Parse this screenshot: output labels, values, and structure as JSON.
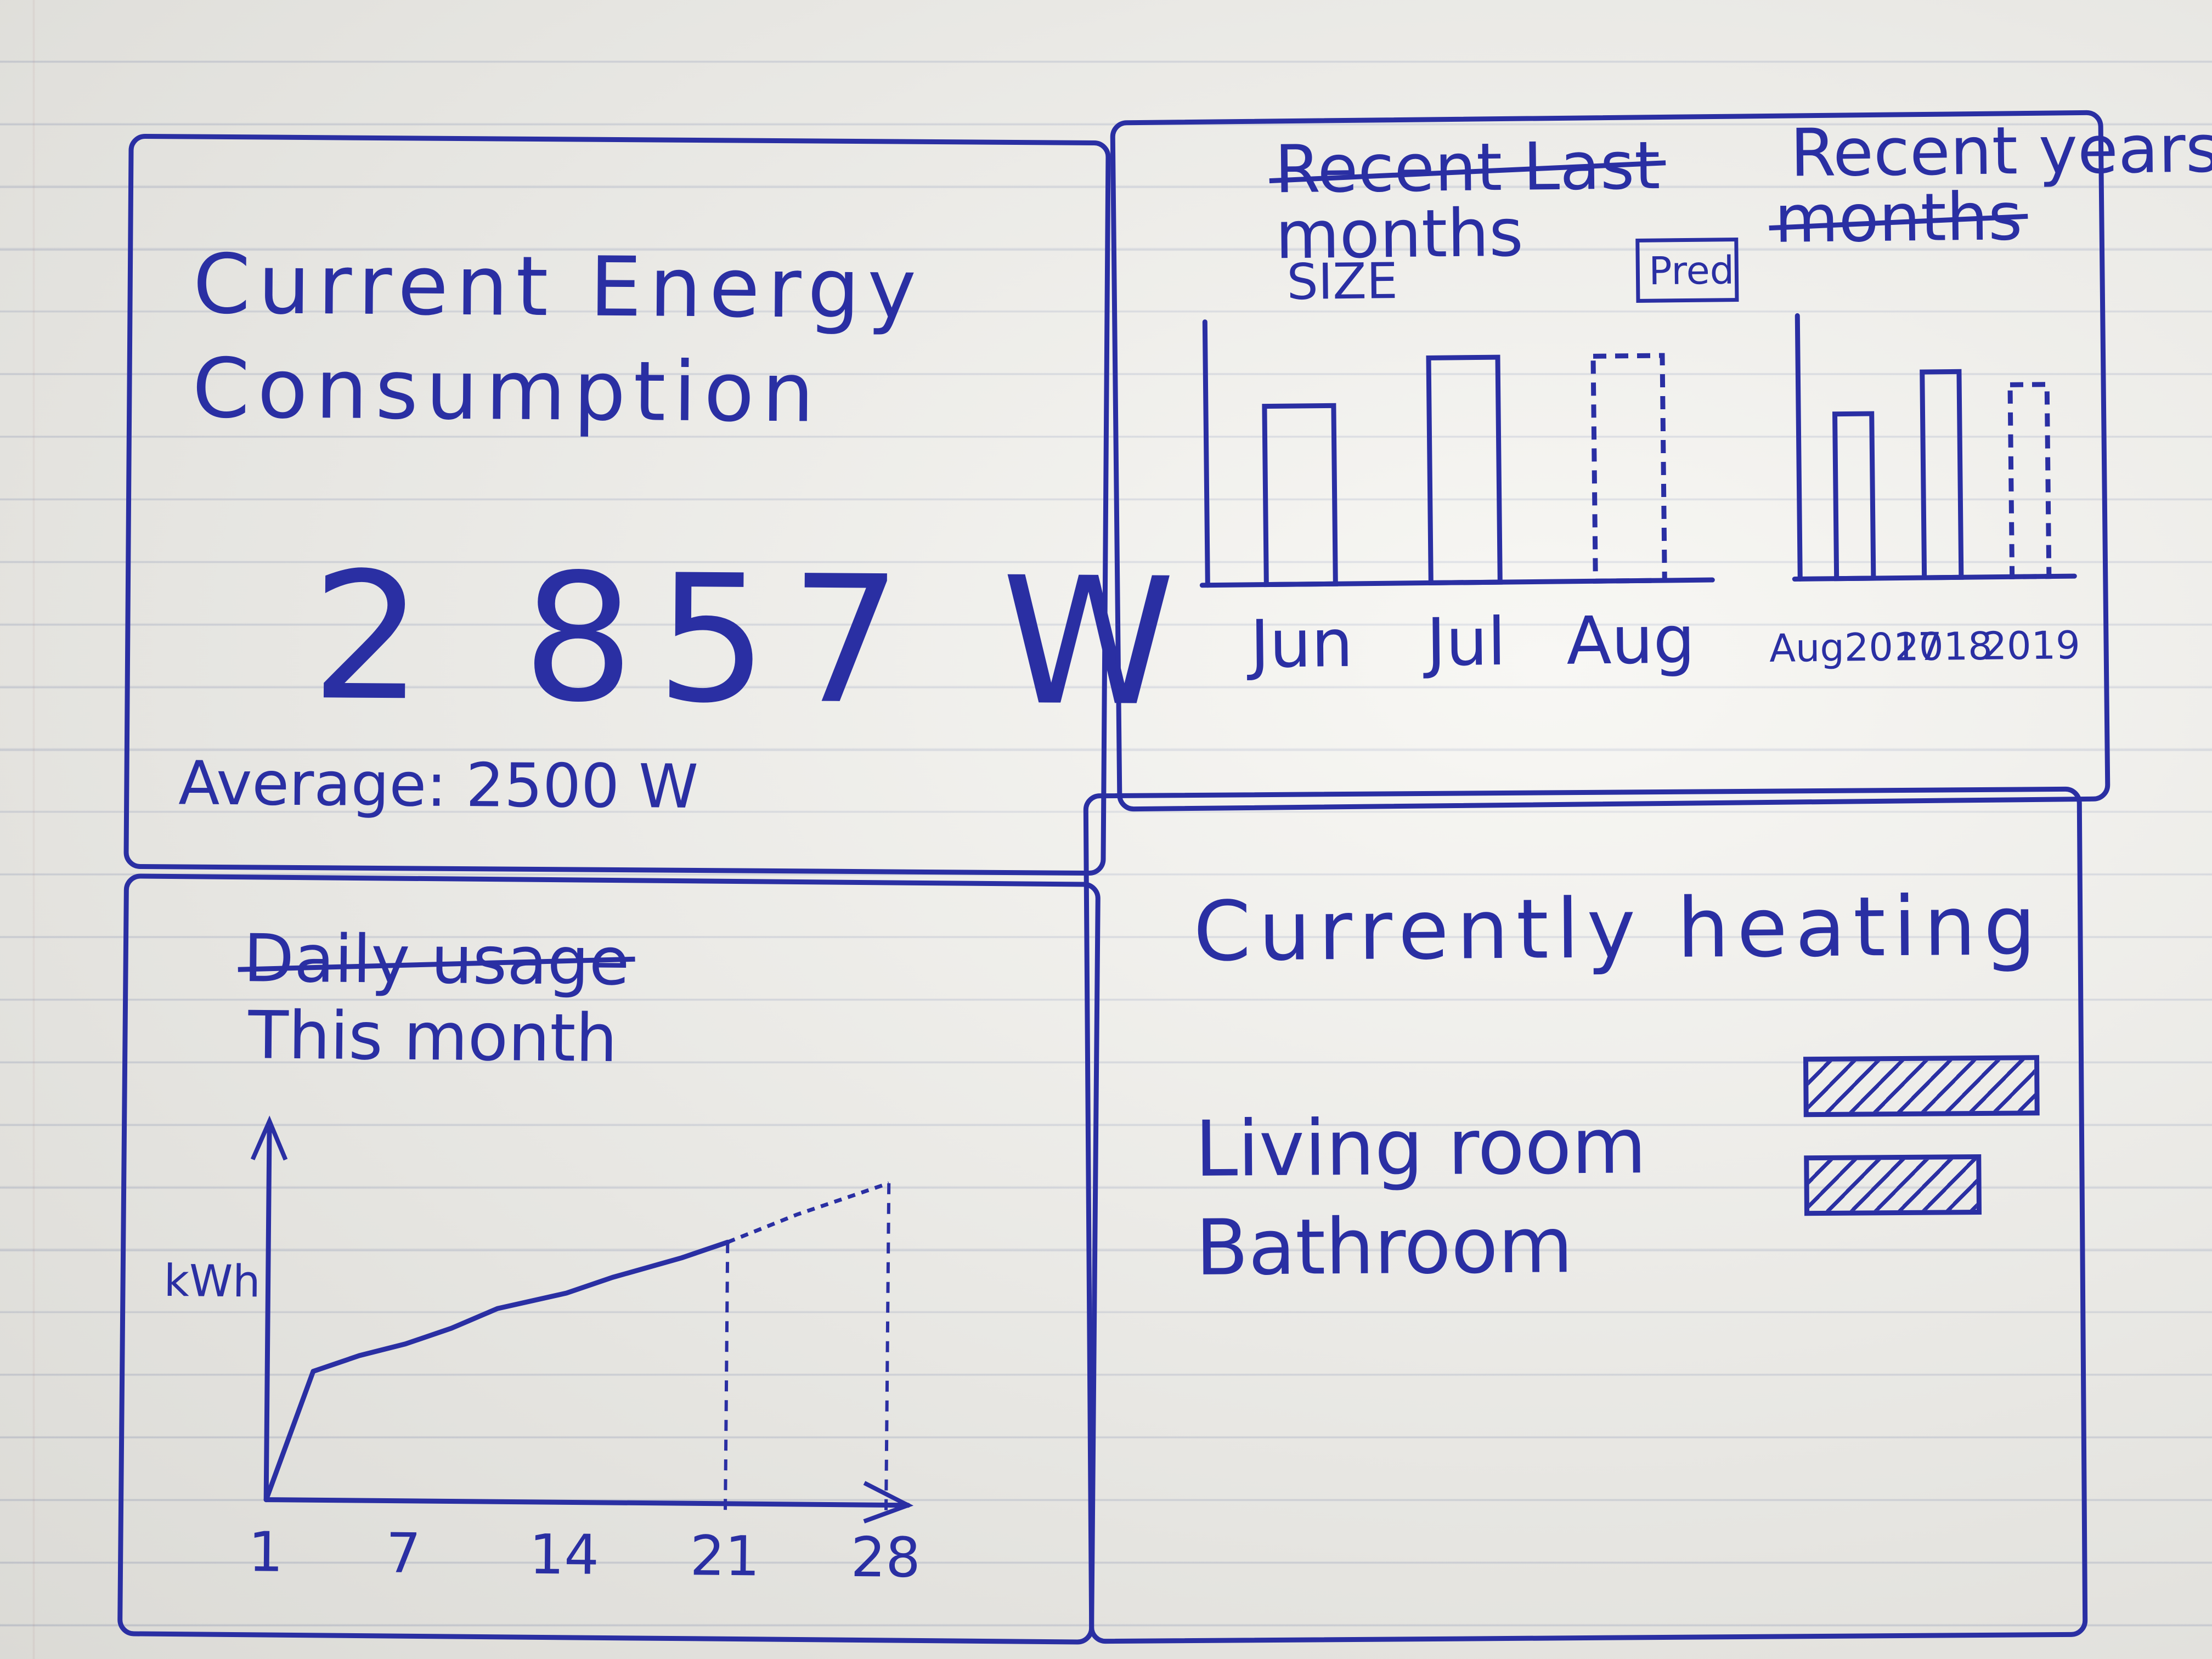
{
  "energy_panel": {
    "title": "Current Energy Consumption",
    "value": "2 857 W",
    "average": "Average: 2500 W"
  },
  "usage_panel": {
    "months_title_crossed": "Recent Last",
    "months_title": "months",
    "years_title": "Recent years",
    "years_title_crossed": "months",
    "size_label": "SIZE",
    "pred_label": "Pred"
  },
  "month_panel": {
    "title_crossed": "Daily usage",
    "title": "This month"
  },
  "heating_panel": {
    "title": "Currently heating",
    "rooms": [
      {
        "name": "Living room",
        "level": 1.0
      },
      {
        "name": "Bathroom",
        "level": 0.75
      }
    ]
  },
  "chart_data": [
    {
      "type": "bar",
      "categories": [
        "Jun",
        "Jul",
        "Aug"
      ],
      "values": [
        6.5,
        8.2,
        8.2
      ],
      "predicted": [
        false,
        false,
        true
      ],
      "ylim": [
        0,
        10
      ]
    },
    {
      "type": "bar",
      "categories": [
        "Aug2017",
        "2018",
        "2019"
      ],
      "values": [
        6.0,
        7.5,
        7.0
      ],
      "predicted": [
        false,
        false,
        true
      ],
      "ylim": [
        0,
        10
      ]
    },
    {
      "type": "line",
      "ylabel": "kWh",
      "xticks": [
        "1",
        "7",
        "14",
        "21",
        "28"
      ],
      "x": [
        1,
        3,
        5,
        7,
        9,
        11,
        14,
        16,
        19,
        21
      ],
      "y": [
        0,
        3.2,
        3.6,
        3.9,
        4.3,
        4.8,
        5.2,
        5.6,
        6.1,
        6.5
      ],
      "forecast_x": [
        21,
        24,
        26,
        28
      ],
      "forecast_y": [
        6.5,
        7.2,
        7.6,
        8.0
      ],
      "xlim": [
        1,
        28
      ],
      "ylim": [
        0,
        9
      ]
    }
  ]
}
